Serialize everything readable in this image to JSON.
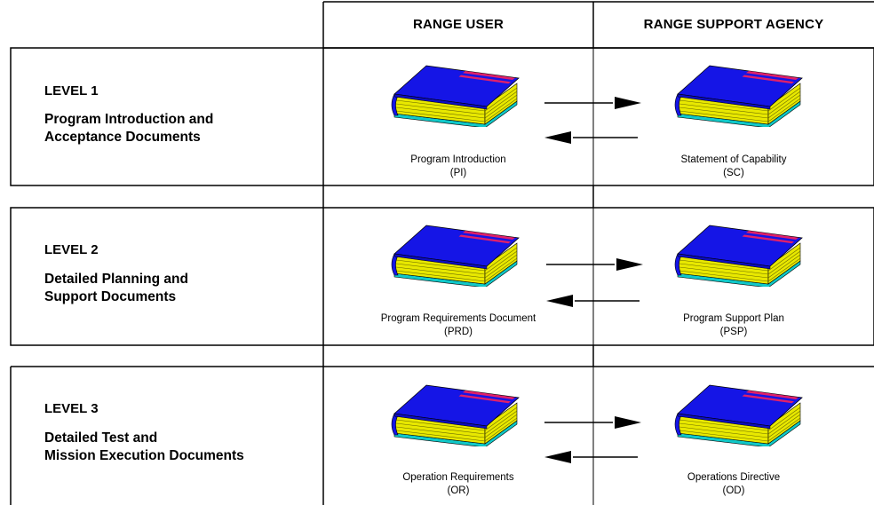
{
  "headers": {
    "range_user": "RANGE USER",
    "range_support_agency": "RANGE SUPPORT AGENCY"
  },
  "levels": [
    {
      "label": "LEVEL 1",
      "title_line1": "Program Introduction and",
      "title_line2": "Acceptance Documents",
      "user_doc": {
        "name": "Program Introduction",
        "abbr": "(PI)"
      },
      "agency_doc": {
        "name": "Statement of Capability",
        "abbr": "(SC)"
      }
    },
    {
      "label": "LEVEL 2",
      "title_line1": "Detailed Planning and",
      "title_line2": "Support  Documents",
      "user_doc": {
        "name": "Program Requirements Document",
        "abbr": "(PRD)"
      },
      "agency_doc": {
        "name": "Program Support Plan",
        "abbr": "(PSP)"
      }
    },
    {
      "label": "LEVEL 3",
      "title_line1": "Detailed Test and",
      "title_line2": "Mission Execution Documents",
      "user_doc": {
        "name": "Operation Requirements",
        "abbr": "(OR)"
      },
      "agency_doc": {
        "name": "Operations Directive",
        "abbr": "(OD)"
      }
    }
  ],
  "colors": {
    "book_cover": "#1515e6",
    "book_pages": "#e8e800",
    "book_edge": "#10c8c8",
    "book_stripe": "#e0206a"
  }
}
